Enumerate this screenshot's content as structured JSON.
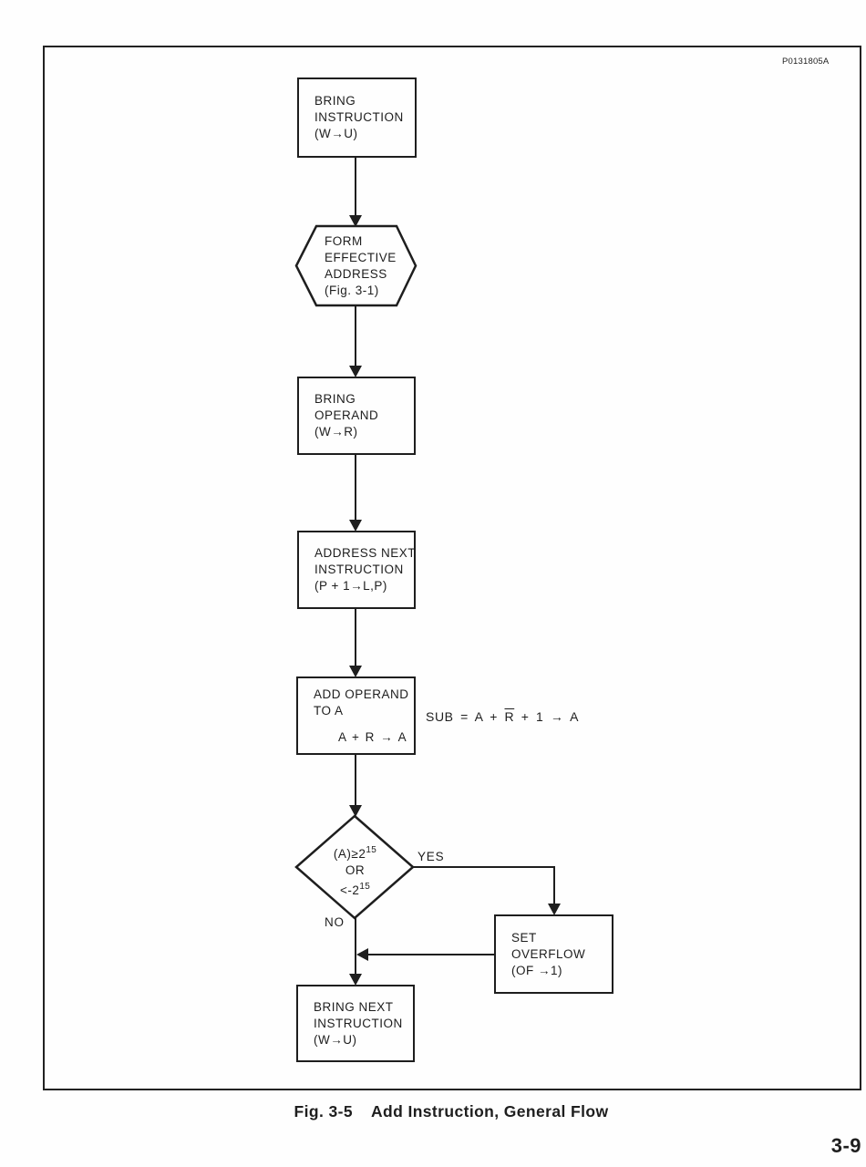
{
  "page": {
    "doc_code": "P0131805A",
    "caption_fig": "Fig. 3-5",
    "caption_title": "Add Instruction, General Flow",
    "page_number": "3-9"
  },
  "flowchart": {
    "nodes": {
      "bring_instruction": {
        "lines": [
          "BRING",
          "INSTRUCTION",
          "(W→U)"
        ]
      },
      "form_effective_address": {
        "lines": [
          "FORM",
          "EFFECTIVE",
          "ADDRESS",
          "(Fig. 3-1)"
        ]
      },
      "bring_operand": {
        "lines": [
          "BRING",
          "OPERAND",
          "(W→R)"
        ]
      },
      "address_next_instruction": {
        "lines": [
          "ADDRESS NEXT",
          "INSTRUCTION",
          "(P + 1→L,P)"
        ]
      },
      "add_operand_to_a": {
        "lines": [
          "ADD OPERAND",
          "TO A"
        ],
        "formula": "A + R → A"
      },
      "overflow_decision": {
        "line1_base": "(A)≥2",
        "line1_sup": "15",
        "line2": "OR",
        "line3_base": "<-2",
        "line3_sup": "15"
      },
      "set_overflow": {
        "lines": [
          "SET",
          "OVERFLOW",
          "(OF →1)"
        ]
      },
      "bring_next_instruction": {
        "lines": [
          "BRING NEXT",
          "INSTRUCTION",
          "(W→U)"
        ]
      }
    },
    "branch_labels": {
      "yes": "YES",
      "no": "NO"
    },
    "side_formula": {
      "pre": "SUB = A + ",
      "bar": "R",
      "post": " + 1 → A"
    },
    "ink_color": "#1e1e1e"
  }
}
